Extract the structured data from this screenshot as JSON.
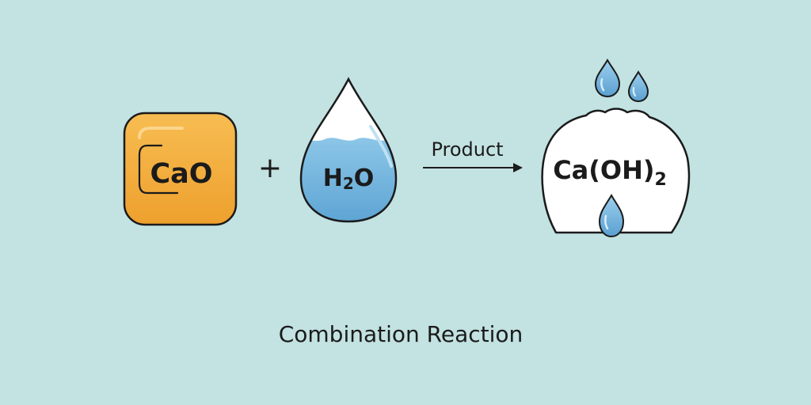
{
  "diagram": {
    "title": "Combination Reaction",
    "arrow_label": "Product",
    "plus_sign": "+",
    "reactant_1": {
      "formula": "CaO"
    },
    "reactant_2": {
      "formula_base": "H",
      "formula_sub": "2",
      "formula_tail": "O"
    },
    "product": {
      "formula_base": "Ca(OH)",
      "formula_sub": "2"
    }
  },
  "colors": {
    "background": "#c3e2e2",
    "cao_fill": "#f4a83a",
    "water_blue": "#6eb3dd",
    "product_fill": "#ffffff",
    "outline": "#1b1b1b"
  },
  "icons": [
    "cao-block-icon",
    "water-drop-icon",
    "product-mound-icon",
    "droplet-icon"
  ]
}
